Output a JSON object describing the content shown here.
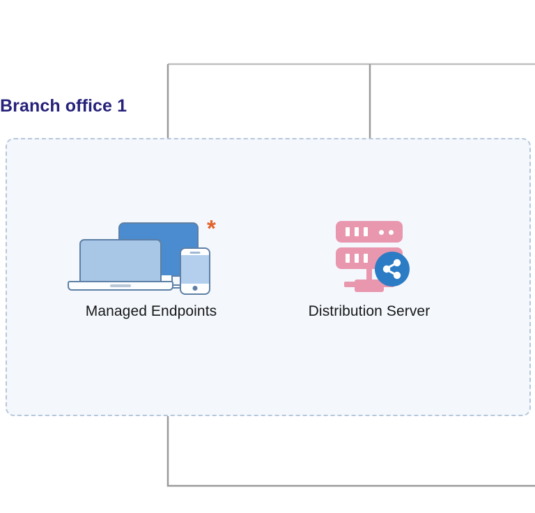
{
  "diagram": {
    "zone": {
      "title": "Branch office 1",
      "title_color": "#26217a",
      "fill_color": "#f4f8fd",
      "border_color": "#b6c6da",
      "border_style": "dashed"
    },
    "nodes": [
      {
        "id": "managed-endpoints",
        "label": "Managed Endpoints",
        "icon": "devices-icon",
        "badge": "asterisk-badge",
        "badge_glyph": "*",
        "badge_color": "#e3622c",
        "colors": {
          "monitor": "#4a8ccf",
          "laptop": "#a8c7e7",
          "outline": "#5d7fa5",
          "phone_screen": "#b4cfee"
        }
      },
      {
        "id": "distribution-server",
        "label": "Distribution Server",
        "icon": "server-icon",
        "badge": "share-icon",
        "colors": {
          "rack": "#e997ae",
          "badge": "#2b7cc4",
          "slot": "#ffffff"
        }
      }
    ],
    "connectors": [
      {
        "id": "inbound-to-endpoints",
        "from": "top-bus",
        "to": "managed-endpoints",
        "direction": "down",
        "style": "solid",
        "color": "#9a9a9a"
      },
      {
        "id": "inbound-to-server",
        "from": "top-bus",
        "to": "distribution-server",
        "direction": "down",
        "style": "solid",
        "color": "#9a9a9a"
      },
      {
        "id": "server-to-endpoints",
        "from": "distribution-server",
        "to": "managed-endpoints",
        "direction": "left",
        "style": "solid-with-dot",
        "color": "#9a9a9a"
      },
      {
        "id": "endpoints-to-bottom-bus",
        "from": "managed-endpoints",
        "to": "bottom-bus",
        "direction": "up",
        "style": "solid",
        "color": "#9a9a9a"
      }
    ]
  }
}
